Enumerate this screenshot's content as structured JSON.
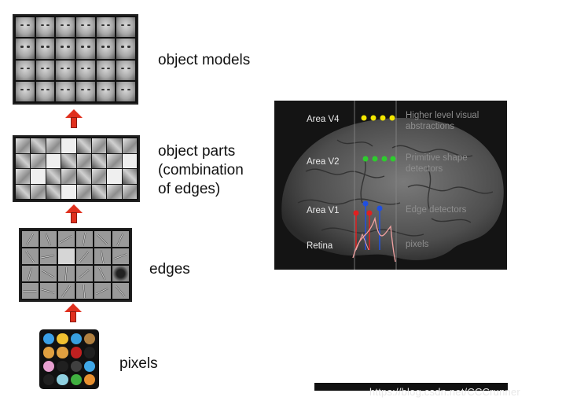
{
  "levels": {
    "object_models": "object models",
    "object_parts_1": "object parts",
    "object_parts_2": "(combination",
    "object_parts_3": "of edges)",
    "edges": "edges",
    "pixels": "pixels"
  },
  "brain": {
    "area_v4": "Area V4",
    "area_v2": "Area V2",
    "area_v1": "Area V1",
    "retina": "Retina",
    "v4_desc_1": "Higher level visual",
    "v4_desc_2": "abstractions",
    "v2_desc_1": "Primitive shape",
    "v2_desc_2": "detectors",
    "v1_desc": "Edge detectors",
    "retina_desc": "pixels"
  },
  "watermark": "https://blog.csdn.net/CCCrunner",
  "colors": {
    "arrow": "#e0301e",
    "v4_dots": "#f2e600",
    "v2_dots": "#2ecc2e",
    "v1_red": "#e02020",
    "v1_blue": "#2050e0",
    "brain_bg": "#141414"
  },
  "pixel_colors": [
    "#3aa0e8",
    "#f0c030",
    "#38a0e0",
    "#b08040",
    "#e0a040",
    "#e0a040",
    "#c02020",
    "#202020",
    "#e8a0d0",
    "#202020",
    "#404040",
    "#40a8e8",
    "#202020",
    "#8fd0e0",
    "#40b040",
    "#e89030"
  ]
}
